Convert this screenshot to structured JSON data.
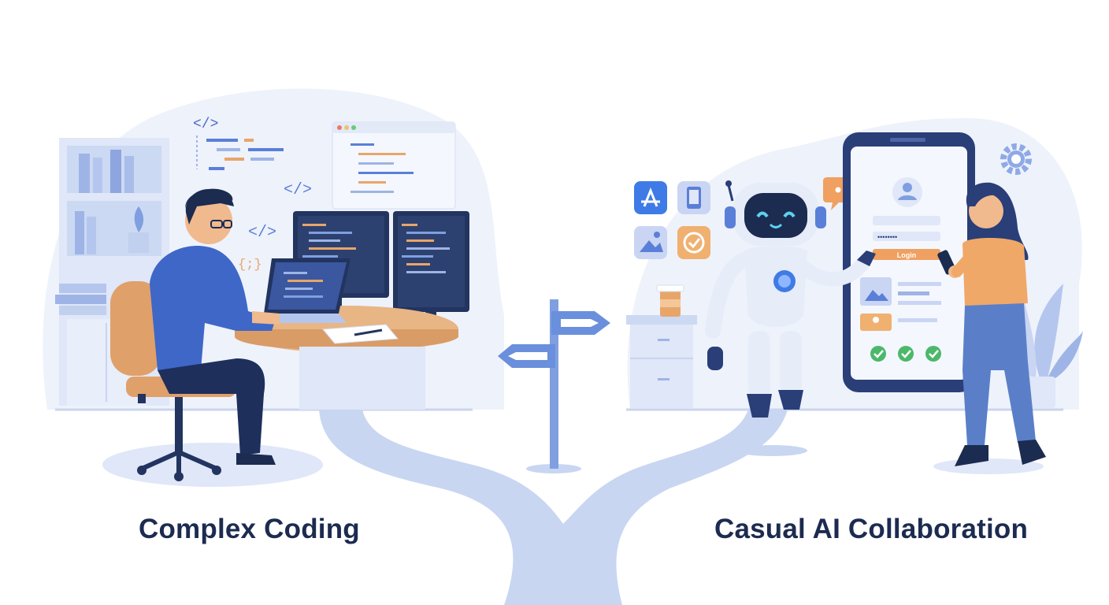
{
  "captions": {
    "left": "Complex Coding",
    "right": "Casual AI Collaboration"
  },
  "code_glyphs": {
    "tag": "</>",
    "braces": "{;}"
  },
  "phone_ui": {
    "password_mask": "••••••••",
    "login_label": "Login"
  },
  "colors": {
    "navy": "#1c2b50",
    "blue": "#5a7fd8",
    "path": "#c8d6f2",
    "orange": "#e8a56a",
    "green": "#4cb86a"
  },
  "icons": [
    "code-tag-icon",
    "app-store-icon",
    "phone-icon",
    "image-icon",
    "checkmark-icon",
    "chat-bubble-icon",
    "user-avatar-icon",
    "gear-icon",
    "signpost-icon"
  ]
}
